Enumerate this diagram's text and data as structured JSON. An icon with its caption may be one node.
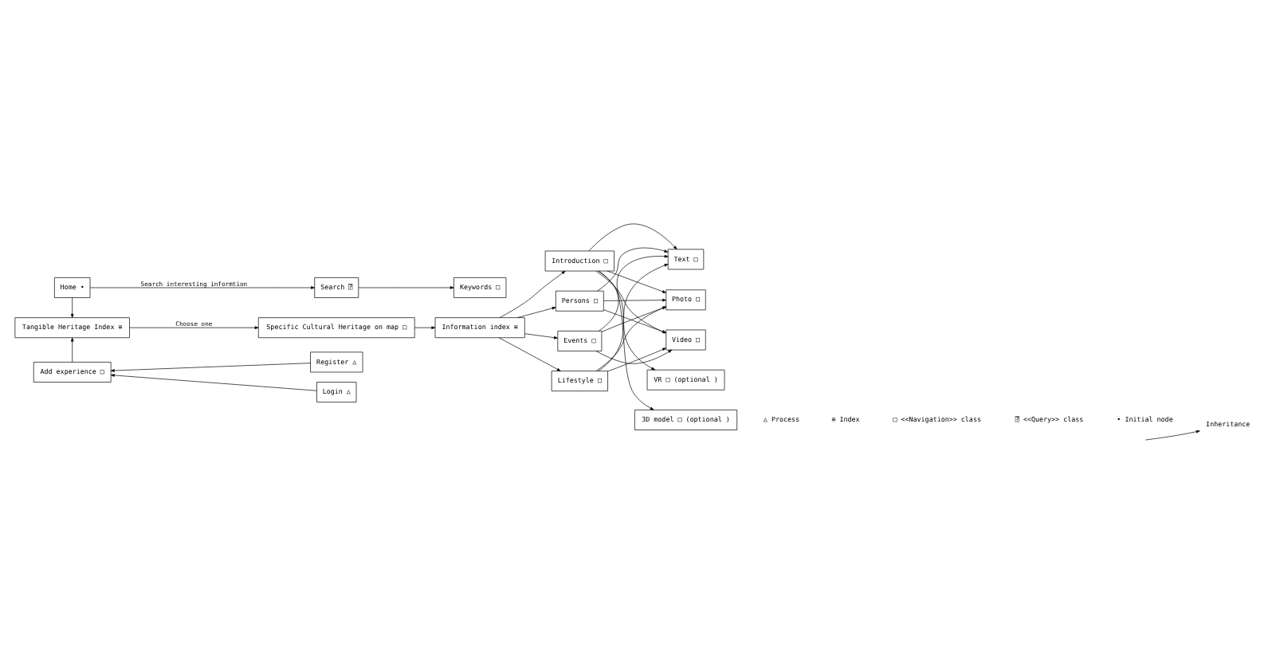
{
  "diagram": {
    "nodes": [
      {
        "text": [
          "Home •"
        ]
      },
      {
        "text": [
          "Search ⍰"
        ]
      },
      {
        "text": [
          "Keywords □"
        ]
      },
      {
        "text": [
          "Tangible Heritage Index ≡"
        ]
      },
      {
        "text": [
          "Specific Cultural Heritage on map □"
        ]
      },
      {
        "text": [
          "Information index ≡"
        ]
      },
      {
        "text": [
          "Introduction □"
        ]
      },
      {
        "text": [
          "Persons □"
        ]
      },
      {
        "text": [
          "Events □"
        ]
      },
      {
        "text": [
          "Lifestyle □"
        ]
      },
      {
        "text": [
          "Text □"
        ]
      },
      {
        "text": [
          "Photo □"
        ]
      },
      {
        "text": [
          "Video □"
        ]
      },
      {
        "text": [
          "VR □ (optional )"
        ]
      },
      {
        "text": [
          "3D model □ (optional )"
        ]
      },
      {
        "text": [
          "Add experience □"
        ]
      },
      {
        "text": [
          "Register △"
        ]
      },
      {
        "text": [
          "Login △"
        ]
      }
    ],
    "edges": [
      {
        "from": 0,
        "to": 1,
        "arrow": "to",
        "label": "Search interesting informtion"
      },
      {
        "from": 1,
        "to": 2,
        "arrow": "to"
      },
      {
        "from": 0,
        "to": 3,
        "arrow": "to"
      },
      {
        "from": 3,
        "to": 4,
        "arrow": "to",
        "label": "Choose one"
      },
      {
        "from": 4,
        "to": 5,
        "arrow": "to"
      },
      {
        "from": 15,
        "to": 3,
        "arrow": "to"
      },
      {
        "from": 16,
        "to": 15,
        "arrow": "to"
      },
      {
        "from": 17,
        "to": 15,
        "arrow": "to"
      },
      {
        "from": 5,
        "to": 6,
        "arrow": "to"
      },
      {
        "from": 5,
        "to": 7,
        "arrow": "to"
      },
      {
        "from": 5,
        "to": 8,
        "arrow": "to"
      },
      {
        "from": 5,
        "to": 9,
        "arrow": "to"
      },
      {
        "from": 6,
        "to": 10,
        "arrow": "to"
      },
      {
        "from": 6,
        "to": 11,
        "arrow": "to"
      },
      {
        "from": 6,
        "to": 12,
        "arrow": "to"
      },
      {
        "from": 6,
        "to": 13,
        "arrow": "to"
      },
      {
        "from": 6,
        "to": 14,
        "arrow": "to"
      },
      {
        "from": 7,
        "to": 10,
        "arrow": "to"
      },
      {
        "from": 7,
        "to": 11,
        "arrow": "to"
      },
      {
        "from": 7,
        "to": 12,
        "arrow": "to"
      },
      {
        "from": 8,
        "to": 10,
        "arrow": "to"
      },
      {
        "from": 8,
        "to": 11,
        "arrow": "to"
      },
      {
        "from": 8,
        "to": 12,
        "arrow": "to"
      },
      {
        "from": 9,
        "to": 10,
        "arrow": "to"
      },
      {
        "from": 9,
        "to": 11,
        "arrow": "to"
      },
      {
        "from": 9,
        "to": 12,
        "arrow": "to"
      }
    ],
    "legend": [
      {
        "text": "△ Process"
      },
      {
        "text": "≡ Index"
      },
      {
        "text": "□ <<Navigation>> class"
      },
      {
        "text": "⍰ <<Query>> class"
      },
      {
        "text": "• Initial node"
      },
      {
        "text": "Inheritance"
      }
    ]
  }
}
